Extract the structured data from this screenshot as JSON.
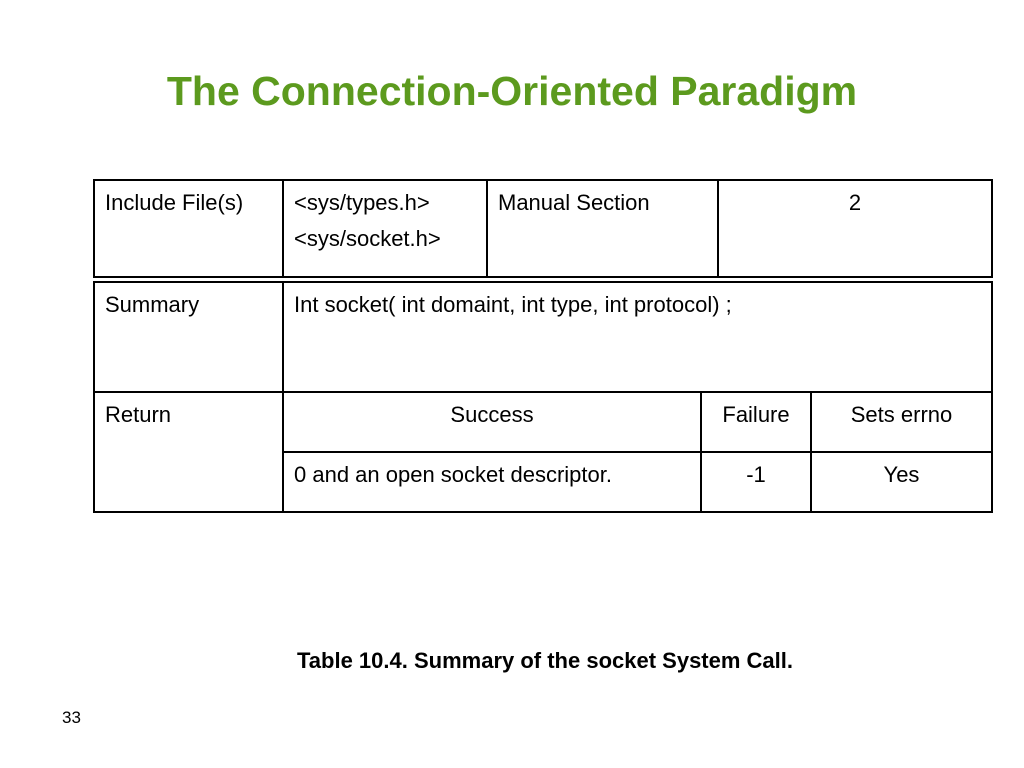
{
  "slide": {
    "title": "The Connection-Oriented Paradigm",
    "caption": "Table 10.4. Summary of the socket System Call.",
    "page_number": "33",
    "title_color": "#5c9a1e"
  },
  "table": {
    "include_label": "Include File(s)",
    "include_files": [
      "<sys/types.h>",
      "<sys/socket.h>"
    ],
    "manual_label": "Manual Section",
    "manual_value": "2",
    "summary_label": "Summary",
    "summary_value": "Int socket( int domaint, int type, int protocol) ;",
    "return_label": "Return",
    "return_headers": [
      "Success",
      "Failure",
      "Sets errno"
    ],
    "return_values": [
      "0 and an open socket descriptor.",
      "-1",
      "Yes"
    ]
  }
}
